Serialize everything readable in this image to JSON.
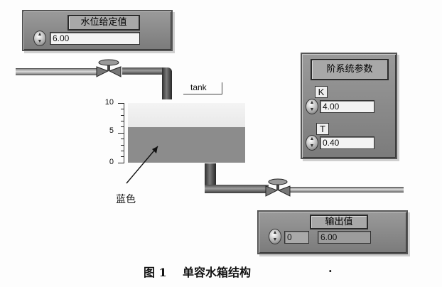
{
  "setpoint_panel": {
    "title": "水位给定值",
    "value": "6.00"
  },
  "params_panel": {
    "title": "阶系统参数",
    "k_label": "K",
    "k_value": "4.00",
    "t_label": "T",
    "t_value": "0.40"
  },
  "output_panel": {
    "title": "输出值",
    "stepper_value": "0",
    "value": "6.00"
  },
  "tank": {
    "label": "tank",
    "scale": {
      "ticks": [
        "10",
        "5",
        "0"
      ],
      "min": 0,
      "max": 10
    },
    "level": 6,
    "water_color": "#8c8c8c",
    "annotation": "蓝色"
  },
  "caption": {
    "text": "图 1    单容水箱结构",
    "dot": "."
  }
}
